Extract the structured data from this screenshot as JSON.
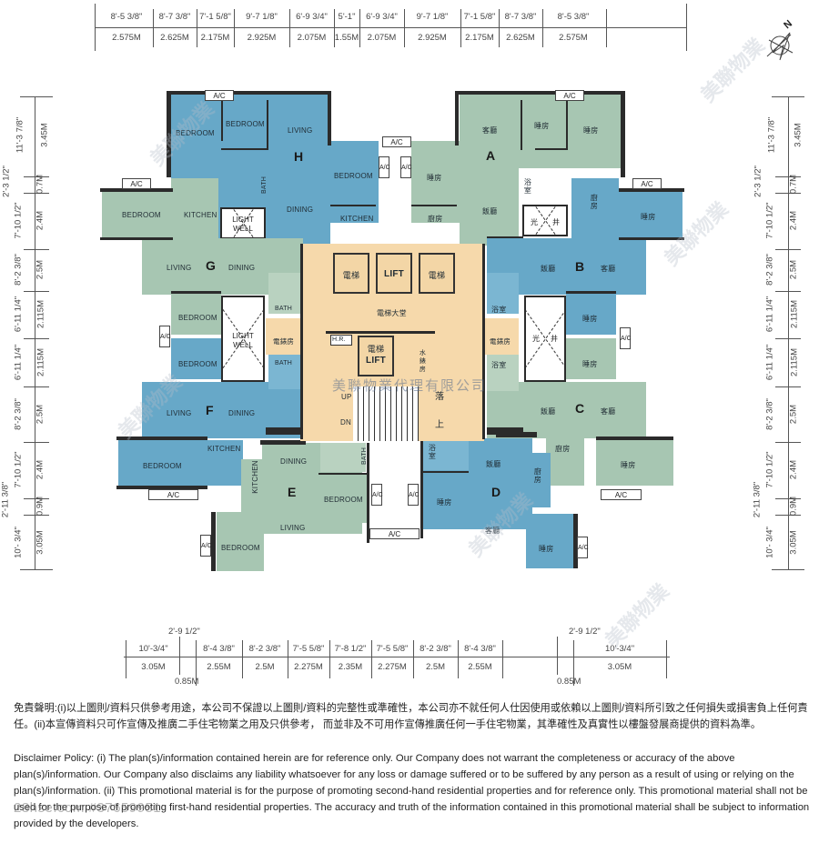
{
  "top_dimensions": {
    "imperial": [
      "8'-5 3/8\"",
      "8'-7 3/8\"",
      "7'-1 5/8\"",
      "9'-7 1/8\"",
      "6'-9 3/4\"",
      "5'-1\"",
      "6'-9 3/4\"",
      "9'-7 1/8\"",
      "7'-1 5/8\"",
      "8'-7 3/8\"",
      "8'-5 3/8\""
    ],
    "metric": [
      "2.575M",
      "2.625M",
      "2.175M",
      "2.925M",
      "2.075M",
      "1.55M",
      "2.075M",
      "2.925M",
      "2.175M",
      "2.625M",
      "2.575M"
    ]
  },
  "bottom_dimensions": {
    "imperial": [
      "10'-3/4\"",
      "8'-4 3/8\"",
      "8'-2 3/8\"",
      "7'-5 5/8\"",
      "7'-8 1/2\"",
      "7'-5 5/8\"",
      "8'-2 3/8\"",
      "8'-4 3/8\"",
      "10'-3/4\""
    ],
    "metric": [
      "3.05M",
      "2.55M",
      "2.5M",
      "2.275M",
      "2.35M",
      "2.275M",
      "2.5M",
      "2.55M",
      "3.05M"
    ],
    "gap_imperial": "2'-9 1/2\"",
    "gap_metric": "0.85M"
  },
  "side_dimensions": {
    "imperial": [
      "11'-3 7/8\"",
      "2'-3 1/2\"",
      "7'-10 1/2\"",
      "8'-2 3/8\"",
      "6'-11 1/4\"",
      "6'-11 1/4\"",
      "8'-2 3/8\"",
      "7'-10 1/2\"",
      "2'-11 3/8\"",
      "10'- 3/4\""
    ],
    "metric": [
      "3.45M",
      "0.7M",
      "2.4M",
      "2.5M",
      "2.115M",
      "2.115M",
      "2.5M",
      "2.4M",
      "0.9M",
      "3.05M"
    ]
  },
  "compass": {
    "label": "N"
  },
  "units": {
    "A": {
      "letter": "A",
      "living": "客廳",
      "dining": "飯廳",
      "bed1": "睡房",
      "bed2": "睡房",
      "bed3": "睡房",
      "kitchen": "廚房",
      "bath": "浴室",
      "well": [
        "光",
        "井"
      ]
    },
    "B": {
      "letter": "B",
      "living": "客廳",
      "dining": "飯廳",
      "bed1": "睡房",
      "bed2": "睡房",
      "kitchen": "廚房",
      "bath": "浴室"
    },
    "C": {
      "letter": "C",
      "living": "客廳",
      "dining": "飯廳",
      "bed1": "睡房",
      "bed2": "睡房",
      "kitchen": "廚房",
      "bath": "浴室"
    },
    "D": {
      "letter": "D",
      "living": "客廳",
      "dining": "飯廳",
      "bed1": "睡房",
      "bed2": "睡房",
      "kitchen": "廚房",
      "bath": "浴室"
    },
    "E": {
      "letter": "E",
      "living": "LIVING",
      "dining": "DINING",
      "bed1": "BEDROOM",
      "bed2": "BEDROOM",
      "kitchen": "KITCHEN",
      "bath": "BATH"
    },
    "F": {
      "letter": "F",
      "living": "LIVING",
      "dining": "DINING",
      "bed1": "BEDROOM",
      "bed2": "BEDROOM",
      "kitchen": "KITCHEN",
      "bath": "BATH"
    },
    "G": {
      "letter": "G",
      "living": "LIVING",
      "dining": "DINING",
      "bed1": "BEDROOM",
      "bed2": "BEDROOM",
      "kitchen": "KITCHEN",
      "bath": "BATH"
    },
    "H": {
      "letter": "H",
      "living": "LIVING",
      "dining": "DINING",
      "bed1": "BEDROOM",
      "bed2": "BEDROOM",
      "bed3": "BEDROOM",
      "kitchen": "KITCHEN",
      "bath": "BATH",
      "well": [
        "LIGHT",
        "WELL"
      ]
    }
  },
  "labels": {
    "ac": "A/C",
    "light_well_en": [
      "LIGHT",
      "WELL"
    ],
    "light_well_zh": [
      "光",
      "井"
    ]
  },
  "core": {
    "lift_zh": "電梯",
    "lift_en": "LIFT",
    "lobby": "電梯大堂",
    "hr": "H.R.",
    "meter_room": "電錶房",
    "water_meter": "水錶房",
    "up": "UP",
    "dn": "DN",
    "down_zh": "落",
    "up_zh": "上"
  },
  "watermarks": {
    "company": "美聯物業代理有限公司",
    "brand": "美聯物業",
    "site": "28hse.com #37659951"
  },
  "disclaimer": {
    "zh": "免責聲明:(i)以上圖則/資料只供參考用途，本公司不保證以上圖則/資料的完整性或準確性，本公司亦不就任何人仕因使用或依賴以上圖則/資料所引致之任何損失或損害負上任何責任。(ii)本宣傳資料只可作宣傳及推廣二手住宅物業之用及只供參考， 而並非及不可用作宣傳推廣任何一手住宅物業，其準確性及真實性以樓盤發展商提供的資料為準。",
    "en": "Disclaimer Policy: (i) The plan(s)/information contained herein are for reference only. Our Company does not warrant the completeness or accuracy of the above plan(s)/information. Our Company also disclaims any liability whatsoever for any loss or damage suffered or to be suffered by any person as a result of using or relying on the plan(s)/information. (ii) This promotional material is for the purpose of promoting second-hand residential properties and for reference only. This promotional material shall not be used for the purpose of promoting first-hand residential properties. The accuracy and truth of the information contained in this promotional material shall be subject to information provided by the developers."
  },
  "colors": {
    "blue_unit": "#67a8c8",
    "green_unit": "#a7c6b2",
    "core": "#f6d9ab",
    "wall": "#2b2b2b"
  }
}
